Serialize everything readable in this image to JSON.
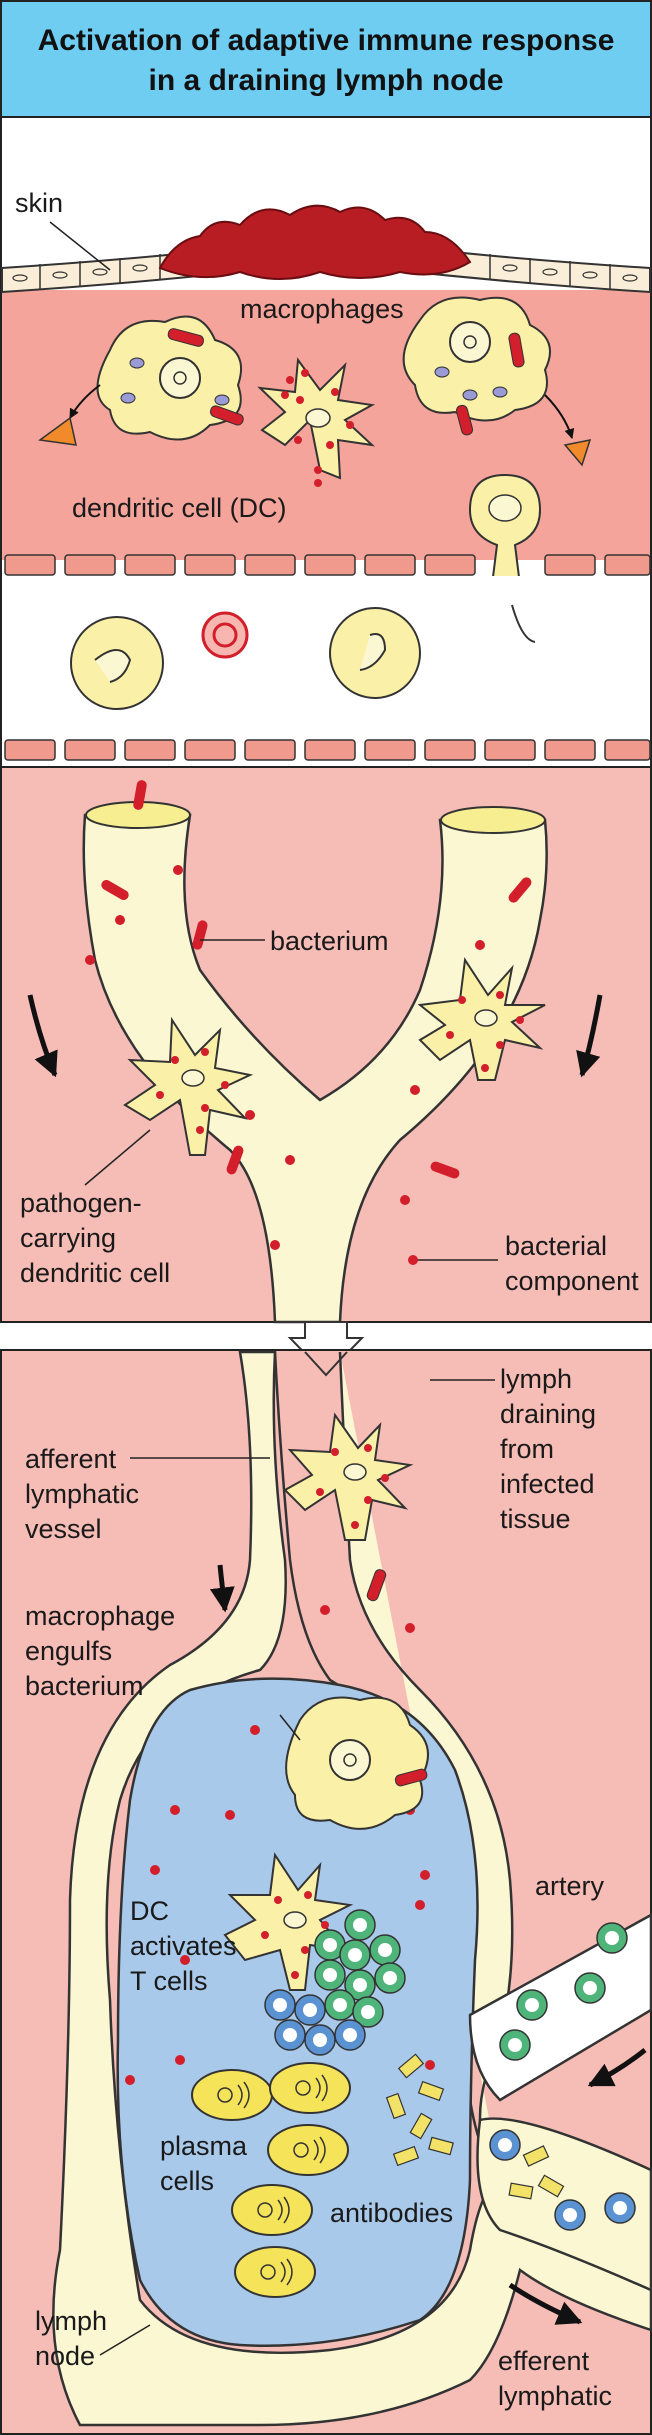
{
  "title": {
    "line1": "Activation of adaptive immune response",
    "line2": "in a draining lymph node"
  },
  "labels": {
    "skin": "skin",
    "macrophages": "macrophages",
    "dendritic_cell": "dendritic cell (DC)",
    "bacterium": "bacterium",
    "pathogen_dc": [
      "pathogen-",
      "carrying",
      "dendritic cell"
    ],
    "bacterial_component": [
      "bacterial",
      "component"
    ],
    "afferent": [
      "afferent",
      "lymphatic",
      "vessel"
    ],
    "lymph_draining": [
      "lymph",
      "draining",
      "from",
      "infected",
      "tissue"
    ],
    "macrophage_engulfs": [
      "macrophage",
      "engulfs",
      "bacterium"
    ],
    "artery": "artery",
    "dc_activates": [
      "DC",
      "activates",
      "T cells"
    ],
    "plasma_cells": [
      "plasma",
      "cells"
    ],
    "antibodies": "antibodies",
    "lymph_node": [
      "lymph",
      "node"
    ],
    "efferent": [
      "efferent",
      "lymphatic"
    ]
  },
  "colors": {
    "title_bg": "#6fcdf2",
    "tissue_red": "#f4a49a",
    "tissue_pink": "#f6bcb6",
    "lymph_cream": "#fbf7d2",
    "cell_yellow": "#fbf0a8",
    "node_blue": "#a9c9ea",
    "bacterium_red": "#d21f2b",
    "scab_red": "#b81d24",
    "t_cell_green": "#4fb47a",
    "b_cell_blue": "#5b93d2",
    "antibody_yellow": "#f2e268",
    "antigen_orange": "#f08a2a"
  }
}
